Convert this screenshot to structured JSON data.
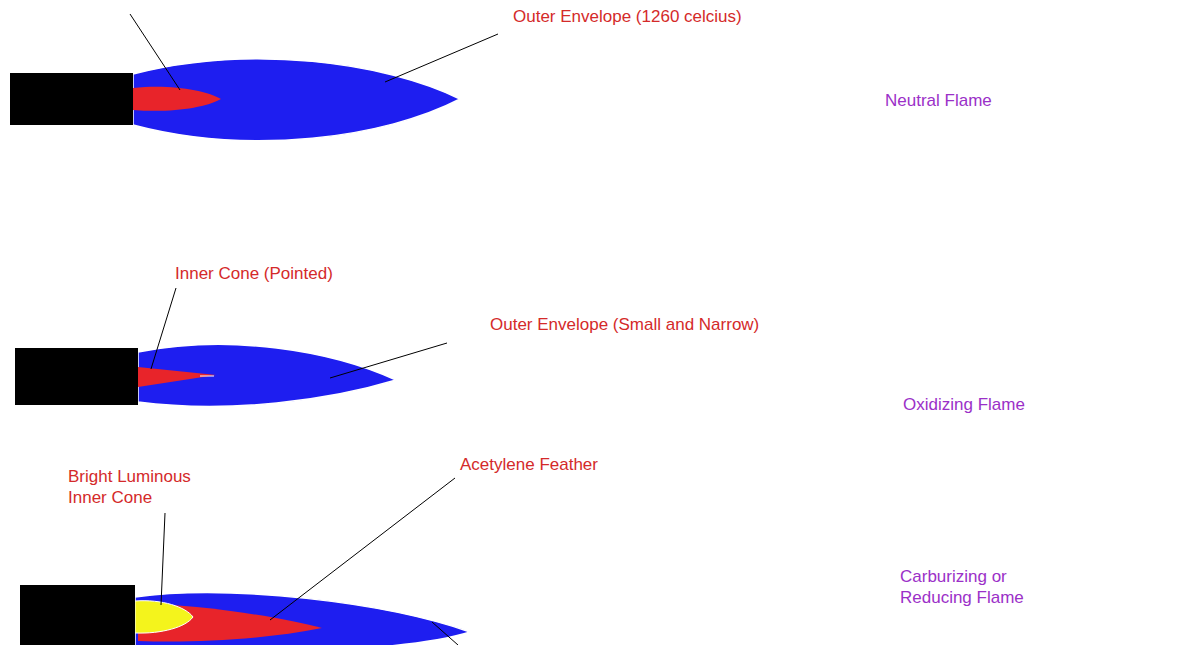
{
  "diagram": {
    "labels": [
      "Outer Envelope (1260 celcius)",
      "Neutral Flame",
      "Inner Cone (Pointed)",
      "Outer Envelope (Small and Narrow)",
      "Oxidizing Flame",
      "Acetylene Feather",
      "Bright Luminous Inner Cone",
      "Carburizing or Reducing Flame"
    ]
  }
}
